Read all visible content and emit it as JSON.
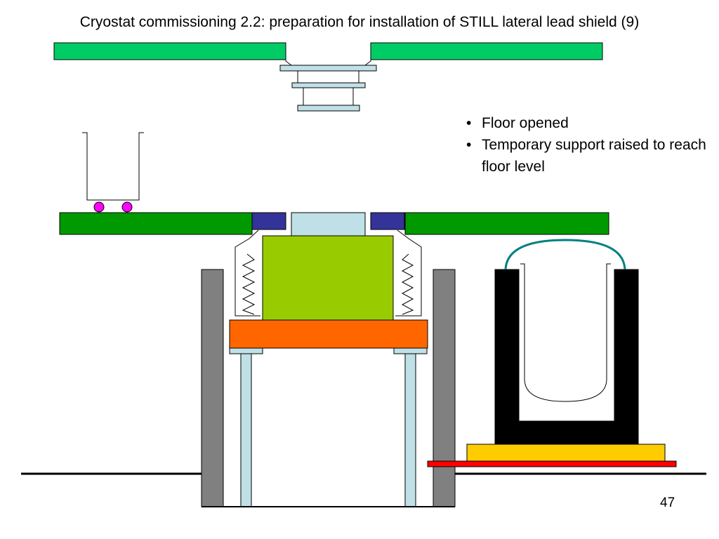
{
  "slide": {
    "title": "Cryostat commissioning 2.2: preparation for installation of STILL lateral lead shield (9)",
    "bullets": [
      "Floor opened",
      "Temporary support raised to reach floor level"
    ],
    "page_number": "47"
  },
  "colors": {
    "floor_green": "#00CC66",
    "platform_green": "#009900",
    "light_blue": "#BFE0E6",
    "navy_block": "#333399",
    "lime_block": "#99CC00",
    "orange_plate": "#FF6600",
    "gray_wall": "#808080",
    "black_shield": "#000000",
    "yellow_plate": "#FFCC00",
    "red_base": "#FF0000",
    "teal_arc": "#008080",
    "magenta_wheel": "#FF00FF"
  }
}
